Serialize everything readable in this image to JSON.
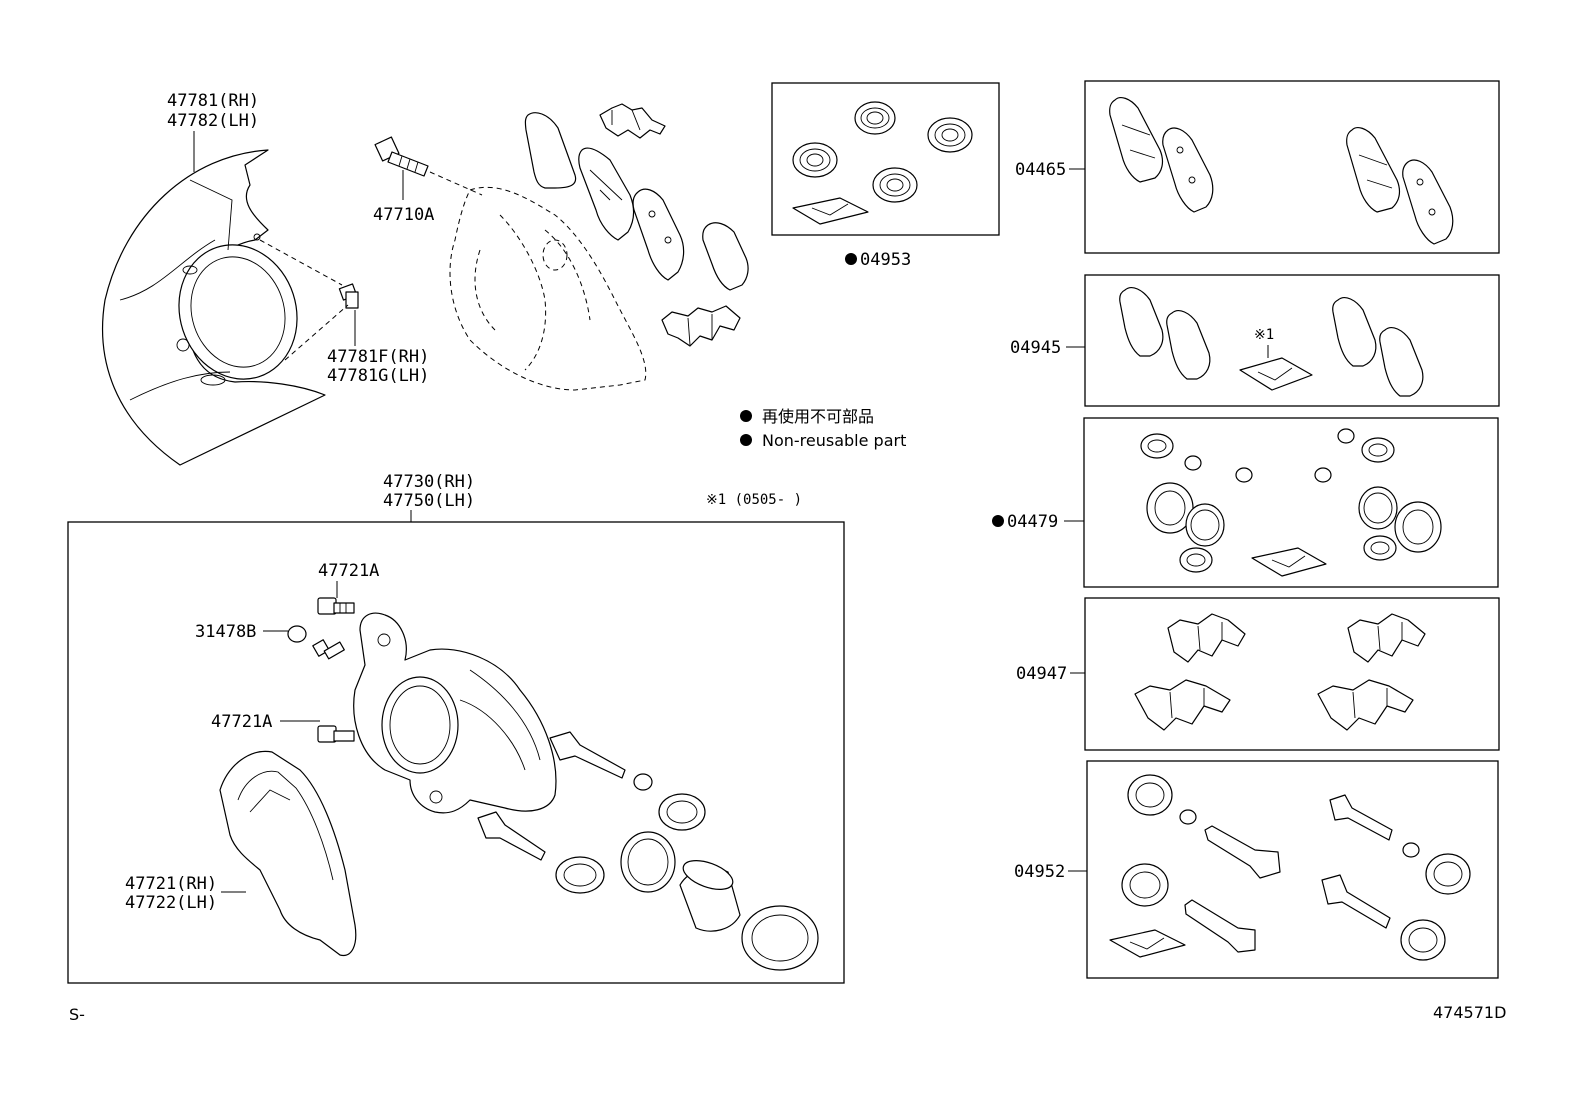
{
  "labels": {
    "shield_rh": "47781(RH)",
    "shield_lh": "47782(LH)",
    "bolt_47710a": "47710A",
    "bolt_47781f": "47781F(RH)",
    "bolt_47781g": "47781G(LH)",
    "kit_04953": "04953",
    "caliper_rh": "47730(RH)",
    "caliper_lh": "47750(LH)",
    "bleeder_47721a_top": "47721A",
    "cap_31478b": "31478B",
    "bleeder_47721a_mid": "47721A",
    "mount_rh": "47721(RH)",
    "mount_lh": "47722(LH)",
    "kit_04465": "04465",
    "kit_04945": "04945",
    "kit_04479": "04479",
    "kit_04947": "04947",
    "kit_04952": "04952",
    "note_mark": "※1",
    "date_note": "※1 (0505-     )",
    "page_prefix": "S-",
    "illustration_number": "474571D"
  },
  "legend": {
    "japanese": "再使用不可部品",
    "english": "Non-reusable part"
  }
}
